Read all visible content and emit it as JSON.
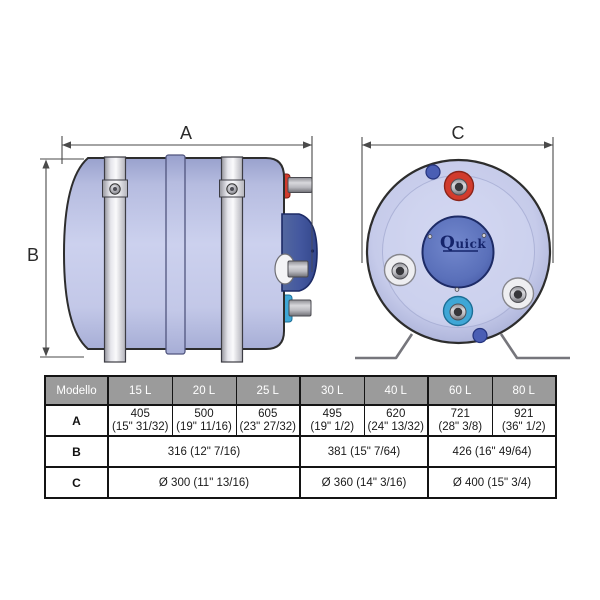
{
  "side_view": {
    "dim_width_label": "A",
    "dim_height_label": "B"
  },
  "front_view": {
    "dim_diameter_label": "C",
    "logo_initial": "Q",
    "logo_rest": "uick"
  },
  "colors": {
    "tank_body": "#c3c8e8",
    "tank_outline": "#2d2d2d",
    "end_cap_blue": "#44589f",
    "hot_fitting_red": "#d13b2d",
    "cold_fitting_cyan": "#3fa7d6",
    "strap_metal": "#e2e2e8",
    "logo_navy": "#15246b",
    "table_header_bg": "#9b9b9b",
    "table_header_text": "#ffffff"
  },
  "table": {
    "header": [
      "Modello",
      "15 L",
      "20 L",
      "25 L",
      "30 L",
      "40 L",
      "60 L",
      "80 L"
    ],
    "row_a": {
      "label": "A",
      "cells": [
        {
          "mm": "405",
          "inch": "(15\" 31/32)"
        },
        {
          "mm": "500",
          "inch": "(19\" 11/16)"
        },
        {
          "mm": "605",
          "inch": "(23\" 27/32)"
        },
        {
          "mm": "495",
          "inch": "(19\" 1/2)"
        },
        {
          "mm": "620",
          "inch": "(24\" 13/32)"
        },
        {
          "mm": "721",
          "inch": "(28\" 3/8)"
        },
        {
          "mm": "921",
          "inch": "(36\" 1/2)"
        }
      ]
    },
    "row_b": {
      "label": "B",
      "cells": [
        {
          "text": "316 (12\" 7/16)"
        },
        {
          "text": "381 (15\" 7/64)"
        },
        {
          "text": "426 (16\" 49/64)"
        }
      ]
    },
    "row_c": {
      "label": "C",
      "cells": [
        {
          "text": "Ø 300 (11\" 13/16)"
        },
        {
          "text": "Ø 360 (14\" 3/16)"
        },
        {
          "text": "Ø 400 (15\" 3/4)"
        }
      ]
    }
  }
}
